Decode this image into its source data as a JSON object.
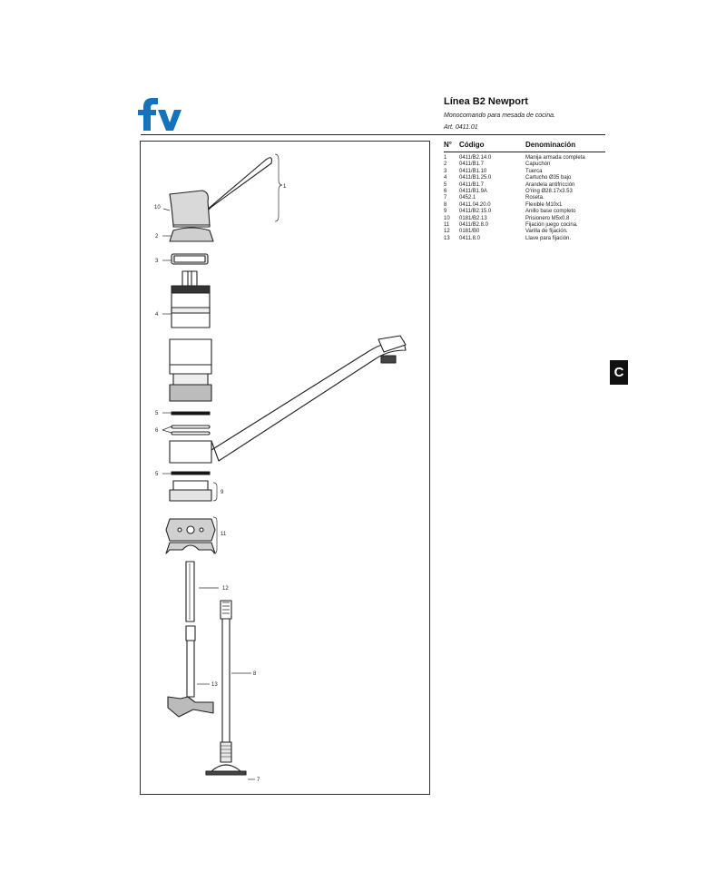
{
  "header": {
    "title": "Línea B2 Newport",
    "subtitle": "Monocomando para mesada de cocina.",
    "article": "Art. 0411.01"
  },
  "logo": {
    "icon": "fv-logo-icon",
    "color": "#1473bb"
  },
  "parts_table": {
    "col_no": "N°",
    "col_code": "Código",
    "col_name": "Denominación",
    "rows": [
      {
        "no": "1",
        "code": "0411/B2.14.0",
        "name": "Manija armada completa"
      },
      {
        "no": "2",
        "code": "0411/B1.7",
        "name": "Capuchón"
      },
      {
        "no": "3",
        "code": "0411/B1.10",
        "name": "Tuerca"
      },
      {
        "no": "4",
        "code": "0411/B1.25.0",
        "name": "Cartucho Ø35 bajo"
      },
      {
        "no": "5",
        "code": "0411/B1.7",
        "name": "Arandela antifricción"
      },
      {
        "no": "6",
        "code": "0411/B1.9A",
        "name": "O'ring Ø28.17x3.53"
      },
      {
        "no": "7",
        "code": "0452.1",
        "name": "Roseta."
      },
      {
        "no": "8",
        "code": "0411.04.20.0",
        "name": "Flexible M10x1"
      },
      {
        "no": "9",
        "code": "0411/B2.15.0",
        "name": "Anillo base completo"
      },
      {
        "no": "10",
        "code": "0181/B2.13",
        "name": "Prisionero M5x0.8"
      },
      {
        "no": "11",
        "code": "0411/B2.8.0",
        "name": "Fijación juego cocina."
      },
      {
        "no": "12",
        "code": "0181/B0",
        "name": "Varilla de fijación."
      },
      {
        "no": "13",
        "code": "0411.8.0",
        "name": "Llave para fijación."
      }
    ]
  },
  "diagram": {
    "callouts": [
      "1",
      "10",
      "2",
      "3",
      "4",
      "5",
      "6",
      "5",
      "9",
      "11",
      "12",
      "8",
      "13",
      "7"
    ]
  },
  "side_tab": {
    "label": "C"
  }
}
